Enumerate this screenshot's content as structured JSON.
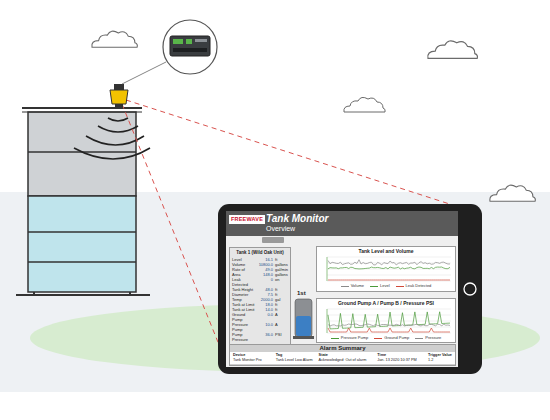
{
  "diagram": {
    "nodes": [
      {
        "text": [
          "Tank Monitor",
          "Overview"
        ]
      },
      {
        "text": [
          "Tank 1 (Wild Oak Unit)"
        ]
      },
      {
        "text": [
          "Tank Level and Volume"
        ]
      },
      {
        "text": [
          "Ground Pump A / Pump B / Pressure PSI"
        ]
      },
      {
        "text": [
          "Alarm Summary"
        ]
      }
    ],
    "labels": [
      "FREEWAVE",
      "Level",
      "16.1",
      "ft",
      "Volume",
      "10800.0",
      "gallons",
      "Rate of",
      "49.0",
      "gal/min",
      "Area",
      "148.0",
      "gallons",
      "Leak Detected",
      "0",
      "on",
      "Tank Height",
      "48.0",
      "ft",
      "Diameter",
      "7.5",
      "ft",
      "Temp",
      "2000.0",
      "gal",
      "Tank at Limit",
      "18.0",
      "ft",
      "Tank at Limit",
      "14.0",
      "ft",
      "Ground Pump",
      "0.0",
      "A",
      "Pressure Pump",
      "10.0",
      "A",
      "Pump Pressure",
      "36.0",
      "PSI",
      "1st",
      "Device",
      "Tag",
      "State",
      "Time",
      "Trigger Value",
      "Tank Monitor Pro",
      "Tank Level Low Alarm",
      "Acknowledged: Out of alarm",
      "Jan. 13 2020 10:37 PM",
      "1.2"
    ],
    "legend": [
      {
        "text": "Volume"
      },
      {
        "text": "Level"
      },
      {
        "text": "Leak Detected"
      },
      {
        "text": "Pressure Pump"
      },
      {
        "text": "Ground Pump"
      },
      {
        "text": "Pressure"
      }
    ]
  }
}
